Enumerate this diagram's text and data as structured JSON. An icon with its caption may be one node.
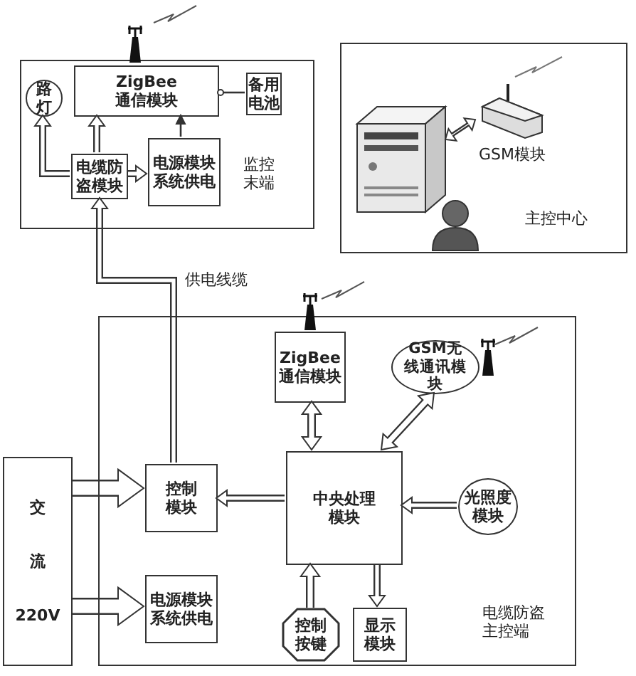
{
  "diagram": {
    "nodes": [
      {
        "text": [
          "监控末端"
        ]
      },
      {
        "text": [
          "ZigBee通信模块"
        ],
        "in": 0
      },
      {
        "text": [
          "路灯"
        ],
        "in": 0
      },
      {
        "text": [
          "备用电池"
        ],
        "in": 0
      },
      {
        "text": [
          "电缆防盗模块"
        ],
        "in": 0
      },
      {
        "text": [
          "电源模块系统供电"
        ],
        "in": 0
      },
      {
        "text": [
          "主控中心"
        ]
      },
      {
        "text": [],
        "shape": "picture",
        "in": 6
      },
      {
        "text": [
          "GSM模块"
        ],
        "in": 6
      },
      {
        "text": [
          "电缆防盗主控端"
        ]
      },
      {
        "text": [
          "ZigBee通信模块"
        ],
        "in": 9
      },
      {
        "text": [
          "GSM无线通讯模块"
        ],
        "in": 9
      },
      {
        "text": [
          "控制模块"
        ],
        "in": 9
      },
      {
        "text": [
          "中央处理模块"
        ],
        "in": 9
      },
      {
        "text": [
          "光照度模块"
        ],
        "in": 9
      },
      {
        "text": [
          "交",
          "流",
          "220V"
        ]
      },
      {
        "text": [
          "电源模块系统供电"
        ],
        "in": 9
      },
      {
        "text": [
          "控制按键"
        ],
        "in": 9
      },
      {
        "text": [
          "显示模块"
        ],
        "in": 9
      }
    ],
    "edges": [
      {
        "from": 4,
        "to": 2,
        "arrow": "to"
      },
      {
        "from": 4,
        "to": 1,
        "arrow": "to"
      },
      {
        "from": 4,
        "to": 5,
        "arrow": "to"
      },
      {
        "from": 5,
        "to": 1,
        "arrow": "to"
      },
      {
        "from": 3,
        "to": 1,
        "arrow": "other"
      },
      {
        "from": 12,
        "to": 4,
        "arrow": "to",
        "label": "供电线缆"
      },
      {
        "from": 8,
        "to": 7,
        "arrow": "both"
      },
      {
        "from": 10,
        "to": 13,
        "arrow": "both"
      },
      {
        "from": 13,
        "to": 11,
        "arrow": "both"
      },
      {
        "from": 13,
        "to": 12,
        "arrow": "to"
      },
      {
        "from": 14,
        "to": 13,
        "arrow": "to"
      },
      {
        "from": 15,
        "to": 12,
        "arrow": "to",
        "style": "thick"
      },
      {
        "from": 15,
        "to": 16,
        "arrow": "to",
        "style": "thick"
      },
      {
        "from": 17,
        "to": 13,
        "arrow": "to"
      },
      {
        "from": 13,
        "to": 18,
        "arrow": "to"
      }
    ]
  }
}
